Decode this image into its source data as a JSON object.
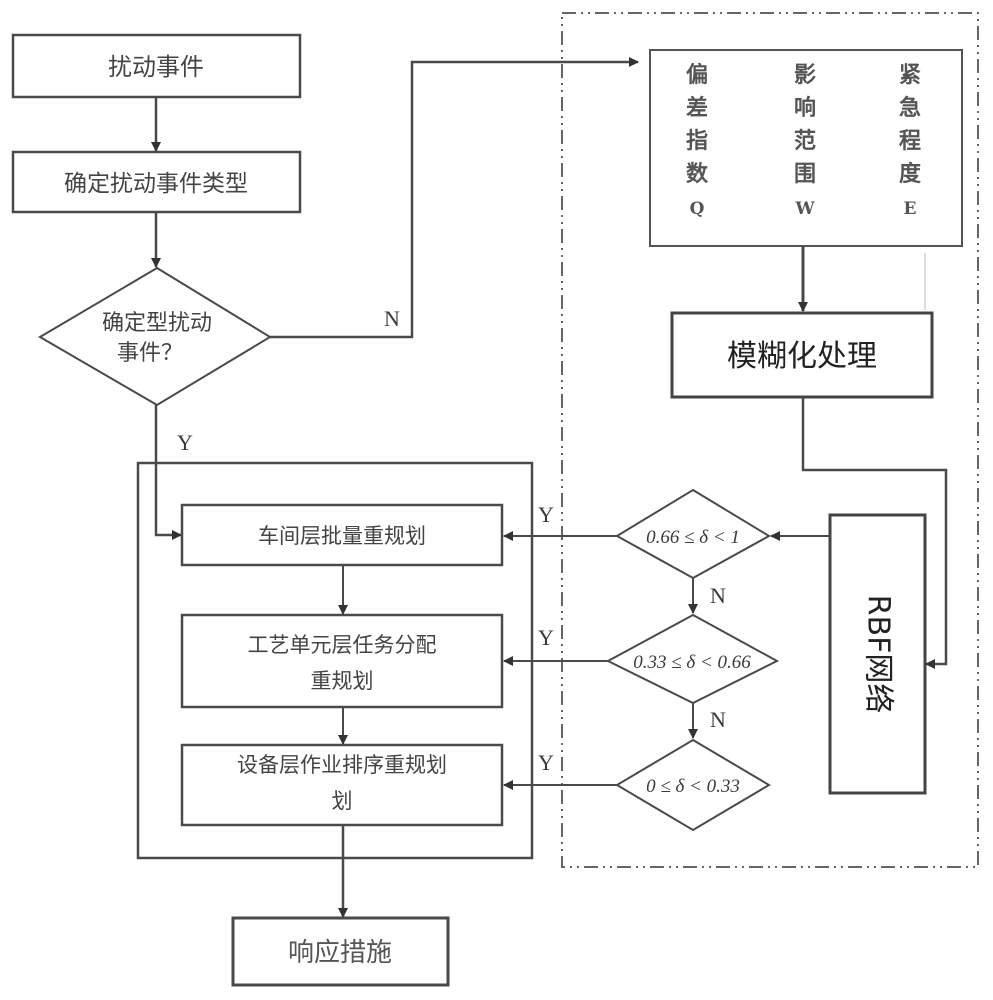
{
  "diagram": {
    "type": "flowchart",
    "nodes": {
      "start": {
        "label": "扰动事件"
      },
      "classify": {
        "label": "确定扰动事件类型"
      },
      "decision": {
        "lines": [
          "确定型扰动",
          "事件？"
        ]
      },
      "indicators": {
        "columns": [
          {
            "chars": [
              "偏",
              "差",
              "指",
              "数",
              "Q"
            ]
          },
          {
            "chars": [
              "影",
              "响",
              "范",
              "围",
              "W"
            ]
          },
          {
            "chars": [
              "紧",
              "急",
              "程",
              "度",
              "E"
            ]
          }
        ]
      },
      "fuzzify": {
        "label": "模糊化处理"
      },
      "rbf": {
        "label": "RBF网络"
      },
      "cond1": {
        "label": "0.66 ≤ δ < 1"
      },
      "cond2": {
        "label": "0.33 ≤ δ < 0.66"
      },
      "cond3": {
        "label": "0 ≤ δ < 0.33"
      },
      "workshop": {
        "label": "车间层批量重规划"
      },
      "cell": {
        "lines": [
          "工艺单元层任务分配",
          "重规划"
        ]
      },
      "equipment": {
        "lines": [
          "设备层作业排序重规划",
          "划"
        ]
      },
      "response": {
        "label": "响应措施"
      }
    },
    "edge_labels": {
      "decision_no": "N",
      "decision_yes": "Y",
      "cond1_yes": "Y",
      "cond1_no": "N",
      "cond2_yes": "Y",
      "cond2_no": "N",
      "cond3_yes": "Y"
    },
    "colors": {
      "stroke": "#4a4a4a",
      "text": "#444444",
      "background": "#ffffff"
    }
  }
}
